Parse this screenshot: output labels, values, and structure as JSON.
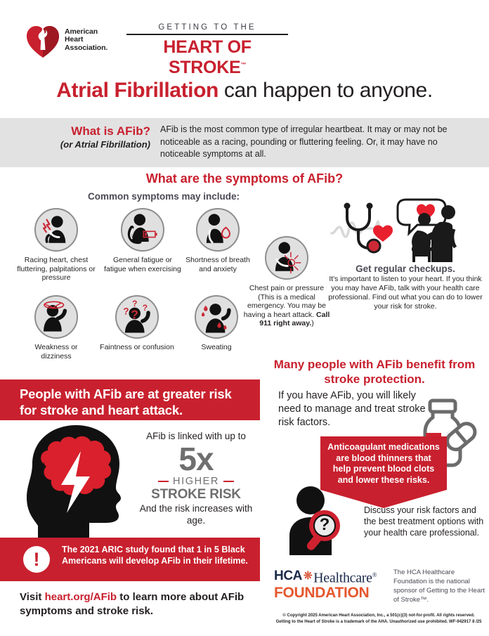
{
  "header": {
    "org_line1": "American",
    "org_line2": "Heart",
    "org_line3": "Association.",
    "campaign_sup": "GETTING TO THE",
    "campaign_main": "HEART OF STROKE",
    "campaign_tm": "™",
    "headline_strong": "Atrial Fibrillation",
    "headline_rest": " can happen to anyone."
  },
  "what_is": {
    "question": "What is AFib?",
    "question_sub": "(or Atrial Fibrillation)",
    "answer": "AFib is the most common type of irregular heartbeat. It may or may not be noticeable as a racing, pounding or fluttering feeling. Or, it may have no noticeable symptoms at all."
  },
  "symptoms": {
    "title": "What are the symptoms of AFib?",
    "subtitle": "Common symptoms may include:",
    "items": [
      {
        "icon": "racing-heart-icon",
        "caption": "Racing heart, chest fluttering, palpitations or pressure"
      },
      {
        "icon": "fatigue-battery-icon",
        "caption": "General fatigue or fatigue when exercising"
      },
      {
        "icon": "shortness-of-breath-icon",
        "caption": "Shortness of breath and anxiety"
      },
      {
        "icon": "chest-pain-icon",
        "caption_pre": "Chest pain or pressure (This is a medical emergency. You may be having a heart attack. ",
        "caption_bold": "Call 911 right away.",
        "caption_post": ")"
      },
      {
        "icon": "dizziness-icon",
        "caption": "Weakness or dizziness"
      },
      {
        "icon": "confusion-icon",
        "caption": "Faintness or confusion"
      },
      {
        "icon": "sweating-icon",
        "caption": "Sweating"
      }
    ]
  },
  "checkups": {
    "title": "Get regular checkups.",
    "body": "It's important to listen to your heart. If you think you may have AFib, talk with your health care professional. Find out what you can do to lower your risk for stroke."
  },
  "risk": {
    "banner": "People with AFib are at greater risk for stroke and heart attack.",
    "lead": "AFib is linked with up to",
    "multiplier": "5x",
    "higher": "HIGHER",
    "stroke_risk": "STROKE RISK",
    "trailer": "And the risk increases with age.",
    "aric_note": "The 2021 ARIC study found that 1 in 5 Black Americans will develop AFib in their lifetime.",
    "bang": "!",
    "visit_pre": "Visit ",
    "visit_link": "heart.org/AFib",
    "visit_post": " to learn more about AFib symptoms and stroke risk."
  },
  "protection": {
    "title": "Many people with AFib benefit from stroke protection.",
    "body": "If you have AFib, you will likely need to manage and treat stroke risk factors.",
    "callout": "Anticoagulant medications are blood thinners that help prevent blood clots and lower these risks.",
    "discuss": "Discuss your risk factors and the best treatment options with your health care professional."
  },
  "sponsor": {
    "hca": "HCA",
    "healthcare": "Healthcare",
    "healthcare_sup": "®",
    "foundation": "FOUNDATION",
    "note": "The HCA Healthcare Foundation is the national sponsor of Getting to the Heart of Stroke™."
  },
  "legal": {
    "line1": "© Copyright 2025 American Heart Association, Inc., a 501(c)(3) not-for-profit. All rights reserved.",
    "line2": "Getting to the Heart of Stroke is a trademark of the AHA. Unauthorized use prohibited.  WF-942917  8 /25"
  },
  "colors": {
    "aha_red": "#c8202e",
    "gray_stat": "#6f6f6f",
    "band_gray": "#e2e2e2",
    "icon_circle": "#e0e0e0",
    "slate": "#4a4a55",
    "hca_navy": "#1c2b4a",
    "hca_orange": "#e4572e"
  }
}
